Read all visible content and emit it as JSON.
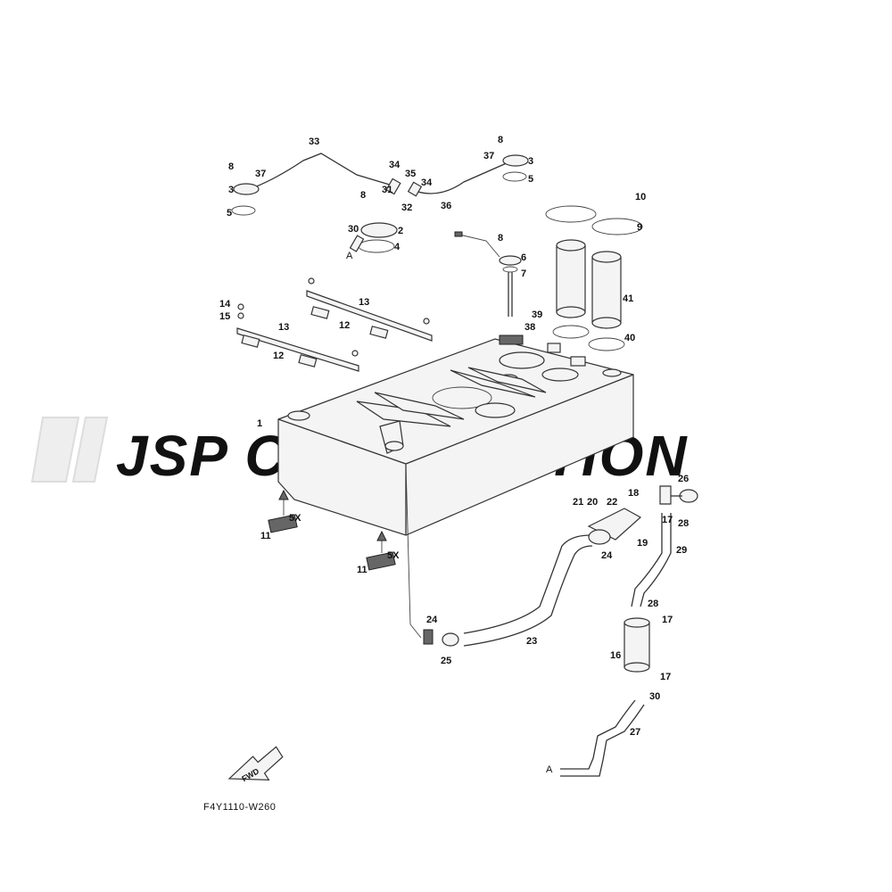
{
  "watermark": "JSP CORPORATION",
  "diagram_code": "F4Y1110-W260",
  "fwd_label": "FWD",
  "ref_a": "A",
  "qty_label": "5X",
  "callouts": {
    "c1": "1",
    "c2": "2",
    "c3": "3",
    "c4": "4",
    "c5": "5",
    "c6": "6",
    "c7": "7",
    "c8": "8",
    "c9": "9",
    "c10": "10",
    "c11": "11",
    "c12": "12",
    "c13": "13",
    "c14": "14",
    "c15": "15",
    "c16": "16",
    "c17": "17",
    "c18": "18",
    "c19": "19",
    "c20": "20",
    "c21": "21",
    "c22": "22",
    "c23": "23",
    "c24": "24",
    "c25": "25",
    "c26": "26",
    "c27": "27",
    "c28": "28",
    "c29": "29",
    "c30": "30",
    "c31": "31",
    "c32": "32",
    "c33": "33",
    "c34": "34",
    "c35": "35",
    "c36": "36",
    "c37": "37",
    "c38": "38",
    "c39": "39",
    "c40": "40",
    "c41": "41"
  }
}
